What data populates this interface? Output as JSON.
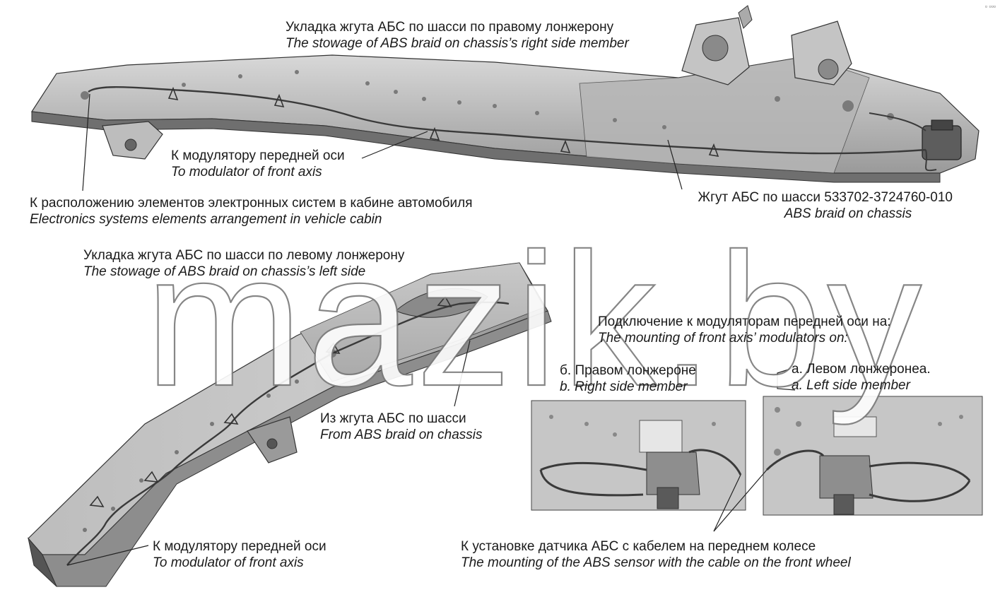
{
  "watermark": "mazik.by",
  "labels": {
    "top_title": {
      "ru": "Укладка жгута АБС по шасси по правому лонжерону",
      "en": "The stowage of ABS braid on chassis’s right side member"
    },
    "front_mod_top": {
      "ru": "К модулятору передней оси",
      "en": "To modulator of front axis"
    },
    "cabin": {
      "ru": "К расположению элементов электронных систем в кабине автомобиля",
      "en": "Electronics systems elements arrangement in vehicle cabin"
    },
    "braid": {
      "ru": "Жгут АБС по шасси 533702-3724760-010",
      "en": "ABS braid on chassis"
    },
    "left_title": {
      "ru": "Укладка жгута АБС по шасси по левому лонжерону",
      "en": "The stowage of ABS braid on chassis’s left side"
    },
    "from_braid": {
      "ru": "Из жгута АБС по шасси",
      "en": "From ABS braid on chassis"
    },
    "connection": {
      "ru": "Подключение к модуляторам передней оси на:",
      "en": "The mounting of front axis’ modulators on:"
    },
    "right_member": {
      "ru": "б. Правом лонжероне",
      "en": "b. Right side member"
    },
    "left_member": {
      "ru": "а. Левом лонжеронеа.",
      "en": "a. Left side member"
    },
    "front_mod_bottom": {
      "ru": "К модулятору передней оси",
      "en": "To modulator of front axis"
    },
    "sensor": {
      "ru": "К установке датчика АБС с кабелем на переднем колесе",
      "en": "The mounting of the  ABS sensor with the cable on the front wheel"
    }
  }
}
